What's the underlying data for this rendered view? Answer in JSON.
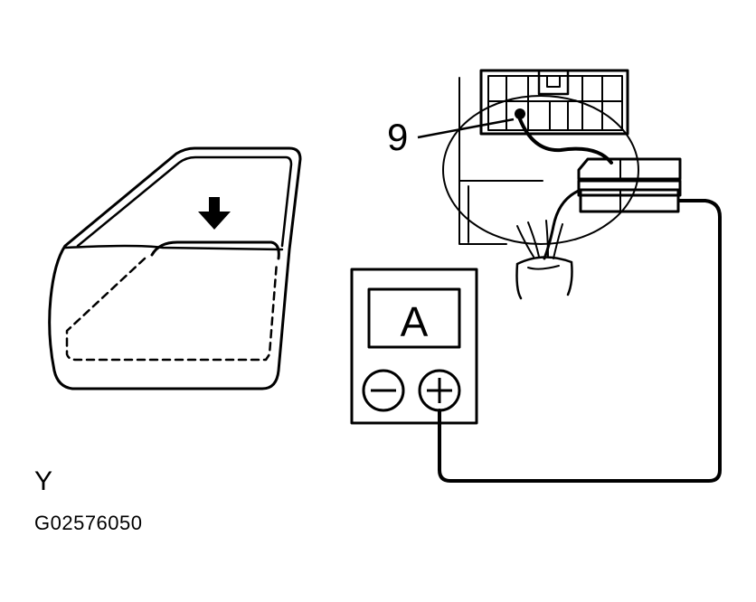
{
  "diagram": {
    "view_label": "Y",
    "figure_code": "G02576050",
    "callout_terminal": "9",
    "meter_label": "A"
  },
  "icons": {
    "door": "car-door-outline",
    "arrow": "down-arrow-icon",
    "meter_minus": "minus-icon",
    "meter_plus": "plus-icon"
  },
  "colors": {
    "ink": "#000000",
    "background": "#ffffff"
  }
}
